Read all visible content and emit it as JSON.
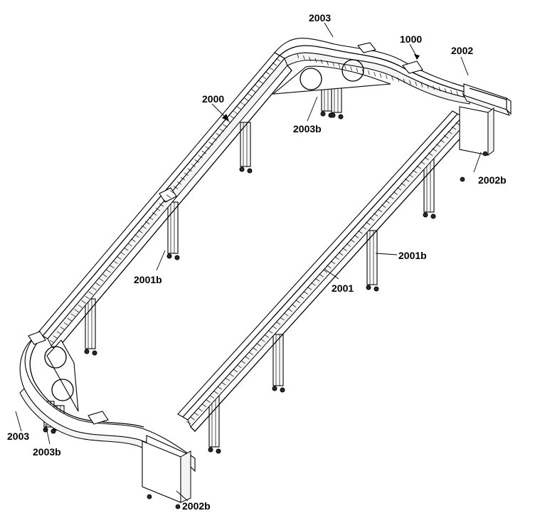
{
  "figure": {
    "labels": {
      "l2003_top": "2003",
      "l1000": "1000",
      "l2002": "2002",
      "l2000": "2000",
      "l2003b_top": "2003b",
      "l2002b_right": "2002b",
      "l2001b_right": "2001b",
      "l2001b_left": "2001b",
      "l2001": "2001",
      "l2003_left": "2003",
      "l2003b_left": "2003b",
      "l2002b_bottom": "2002b"
    }
  }
}
